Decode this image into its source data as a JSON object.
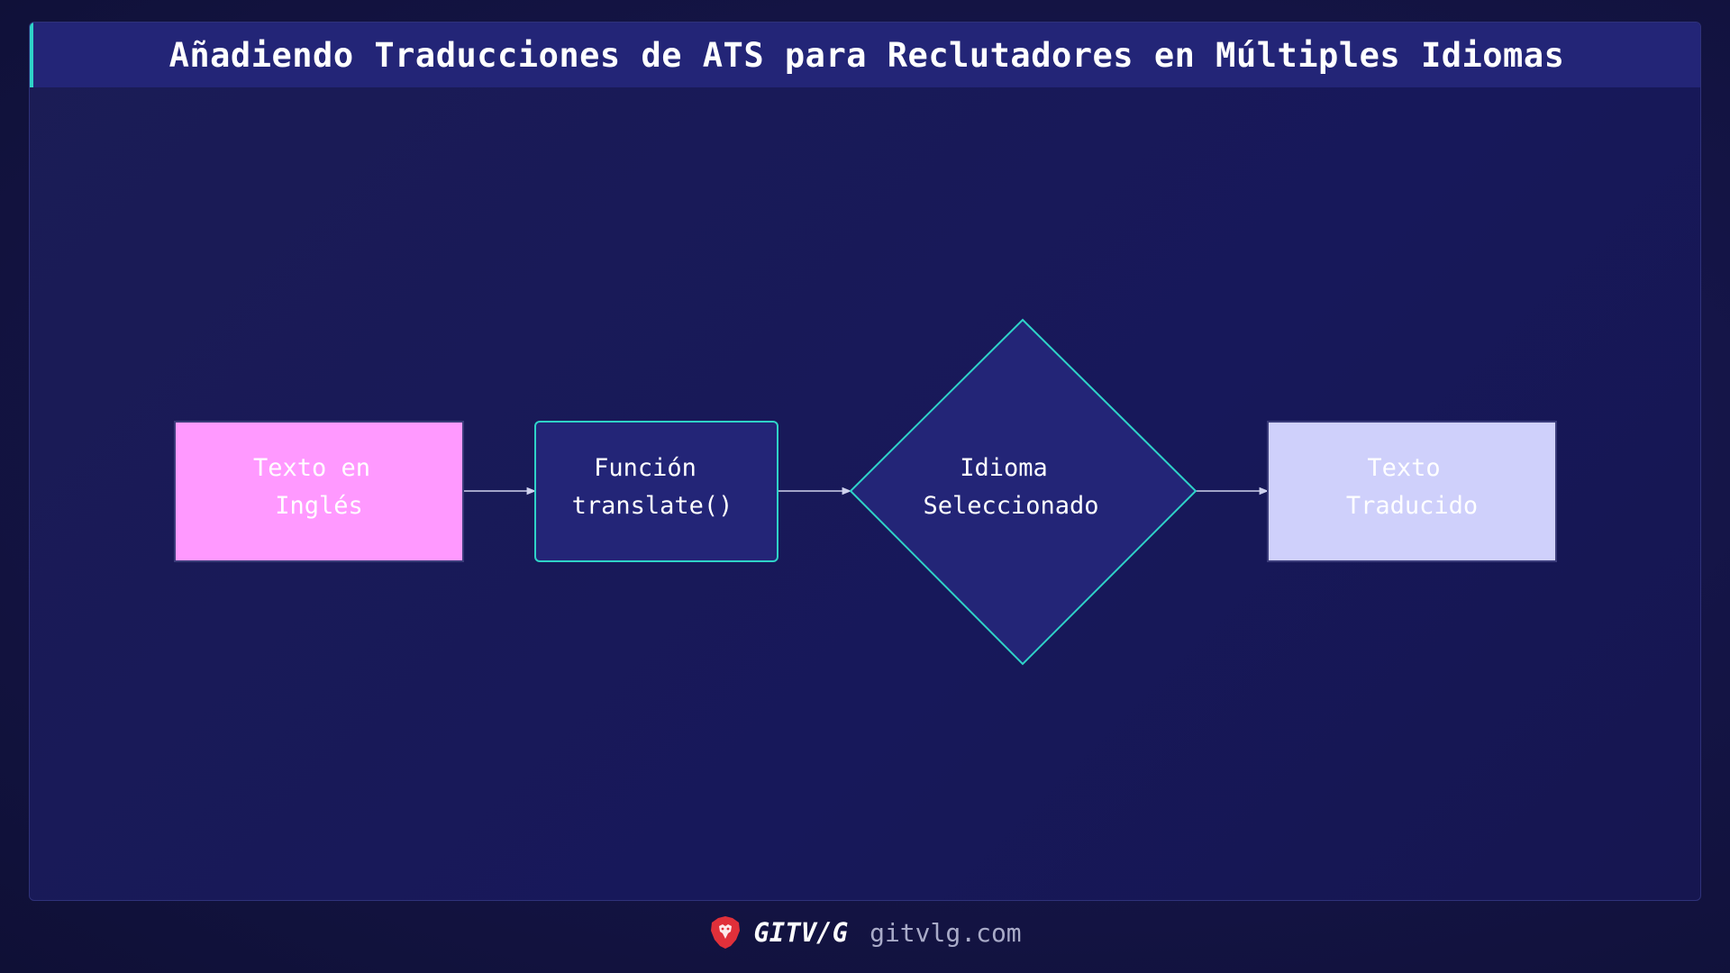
{
  "title": "Añadiendo Traducciones de ATS para Reclutadores en Múltiples Idiomas",
  "nodes": {
    "english_text": {
      "line1": "Texto en",
      "line2": "Inglés"
    },
    "translate_fn": {
      "line1": "Función",
      "line2": "translate()"
    },
    "language": {
      "line1": "Idioma",
      "line2": "Seleccionado"
    },
    "translated": {
      "line1": "Texto",
      "line2": "Traducido"
    }
  },
  "footer": {
    "brand": "GITV/G",
    "url": "gitvlg.com"
  },
  "colors": {
    "accent": "#2fd3c8",
    "pink_node": "#ff99ff",
    "lavender_node": "#cfd0fb",
    "dark_node": "#232577"
  }
}
